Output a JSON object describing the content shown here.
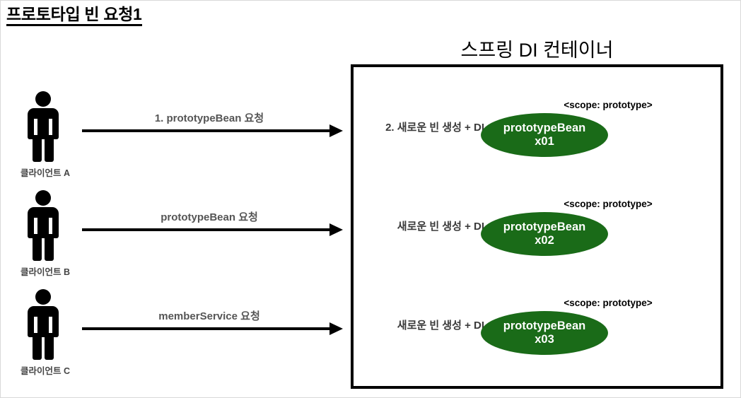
{
  "page": {
    "title": "프로토타입 빈 요청1",
    "background_color": "#ffffff",
    "accent_color": "#1a6b18"
  },
  "container": {
    "title": "스프링 DI 컨테이너",
    "border_color": "#000000"
  },
  "clients": [
    {
      "label": "클라이언트 A",
      "icon": "person-icon"
    },
    {
      "label": "클라이언트 B",
      "icon": "person-icon"
    },
    {
      "label": "클라이언트 C",
      "icon": "person-icon"
    }
  ],
  "requests": [
    {
      "label": "1. prototypeBean 요청"
    },
    {
      "label": "prototypeBean 요청"
    },
    {
      "label": "memberService 요청"
    }
  ],
  "beans": [
    {
      "note": "2. 새로운 빈 생성 + DI",
      "scope": "<scope: prototype>",
      "name": "prototypeBean",
      "id": "x01"
    },
    {
      "note": "새로운 빈 생성 + DI",
      "scope": "<scope: prototype>",
      "name": "prototypeBean",
      "id": "x02"
    },
    {
      "note": "새로운 빈 생성 + DI",
      "scope": "<scope: prototype>",
      "name": "prototypeBean",
      "id": "x03"
    }
  ]
}
